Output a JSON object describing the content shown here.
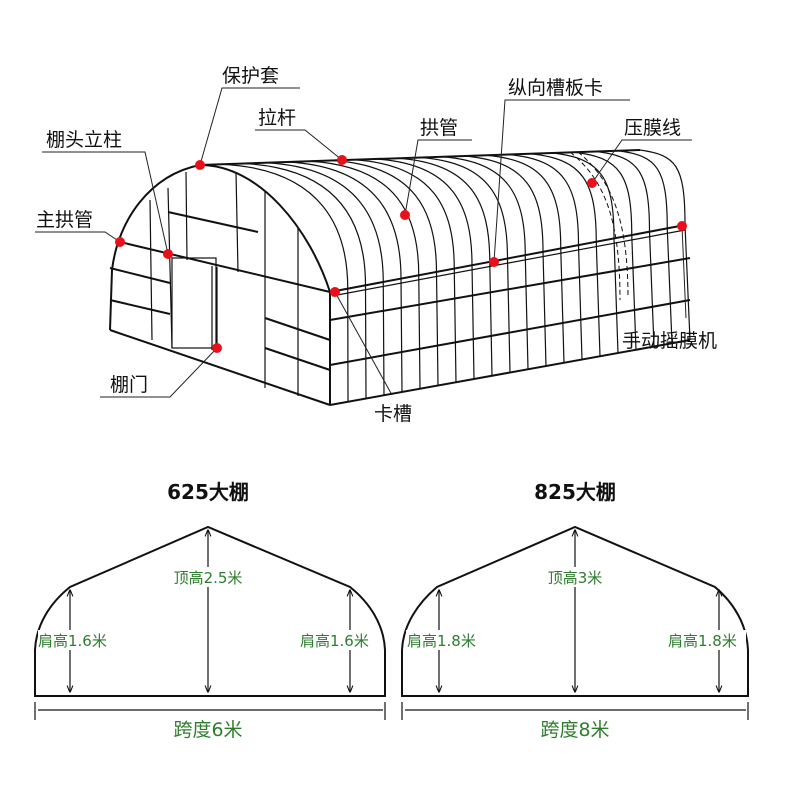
{
  "structure_diagram": {
    "labels": {
      "protective_sleeve": "保护套",
      "gable_post": "棚头立柱",
      "main_arch": "主拱管",
      "tie_rod": "拉杆",
      "arch_pipe": "拱管",
      "longitudinal_clip": "纵向槽板卡",
      "film_rope": "压膜线",
      "film_roller": "手动摇膜机",
      "door": "棚门",
      "clip_groove": "卡槽"
    },
    "marker_color": "#e8101a"
  },
  "profiles": [
    {
      "title": "625大棚",
      "top_height": "顶高2.5米",
      "shoulder_left": "肩高1.6米",
      "shoulder_right": "肩高1.6米",
      "span": "跨度6米"
    },
    {
      "title": "825大棚",
      "top_height": "顶高3米",
      "shoulder_left": "肩高1.8米",
      "shoulder_right": "肩高1.8米",
      "span": "跨度8米"
    }
  ],
  "dimension_color": "#2e7d2e"
}
